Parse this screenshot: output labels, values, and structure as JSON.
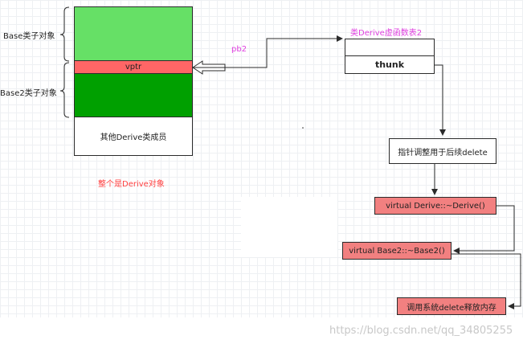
{
  "layout_labels": {
    "base_sub": "Base类子对象",
    "base2_sub": "Base2类子对象",
    "vptr": "vptr",
    "other_members": "其他Derive类成员",
    "whole_derive": "整个是Derive对象",
    "pb2": "pb2",
    "vtable_title": "类Derive虚函数表2",
    "thunk": "thunk",
    "adjust_ptr": "指针调整用于后续delete",
    "virtual_derive_dtor": "virtual Derive::~Derive()",
    "virtual_base2_dtor": "virtual Base2::~Base2()",
    "call_delete": "调用系统delete释放内存",
    "watermark": "https://blog.csdn.net/qq_34805255"
  },
  "colors": {
    "base_green": "#66e066",
    "base2_green": "#00a000",
    "vptr_red": "#ff6666",
    "salmon": "#f28080",
    "magenta_text": "#e040e0",
    "red_text": "#ff4040",
    "stroke": "#2b2b2b",
    "grid": "#eef0f3"
  }
}
